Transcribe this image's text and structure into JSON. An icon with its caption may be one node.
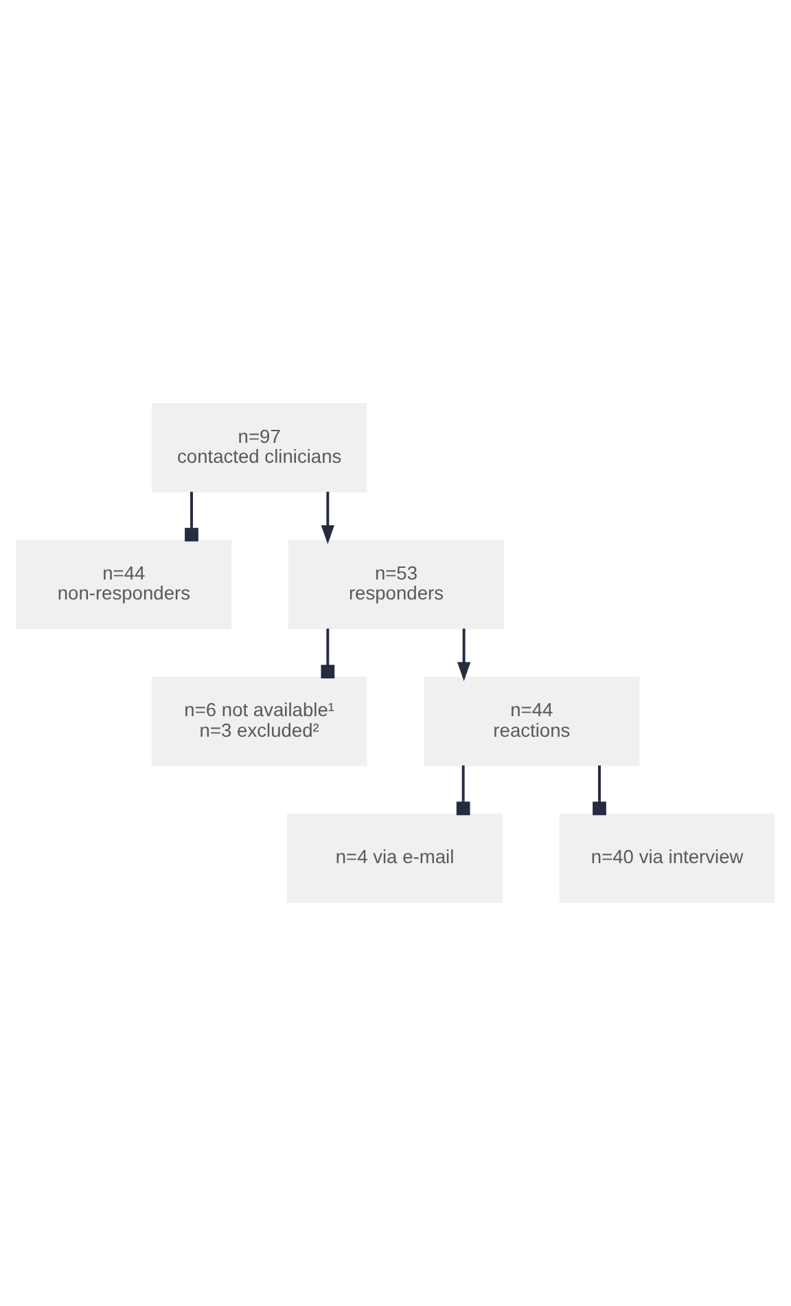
{
  "diagram": {
    "nodes": [
      {
        "text": [
          "n=97",
          "contacted clinicians"
        ]
      },
      {
        "text": [
          "n=44",
          "non-responders"
        ]
      },
      {
        "text": [
          "n=53",
          "responders"
        ]
      },
      {
        "text": [
          "n=6 not available¹",
          "n=3 excluded²"
        ]
      },
      {
        "text": [
          "n=44",
          "reactions"
        ]
      },
      {
        "text": [
          "n=4 via e-mail"
        ]
      },
      {
        "text": [
          "n=40 via interview"
        ]
      }
    ],
    "edges": [
      {
        "from": 0,
        "to": 1,
        "arrow": "other"
      },
      {
        "from": 0,
        "to": 2,
        "arrow": "to"
      },
      {
        "from": 2,
        "to": 3,
        "arrow": "other"
      },
      {
        "from": 2,
        "to": 4,
        "arrow": "to"
      },
      {
        "from": 4,
        "to": 5,
        "arrow": "other"
      },
      {
        "from": 4,
        "to": 6,
        "arrow": "other"
      }
    ]
  }
}
